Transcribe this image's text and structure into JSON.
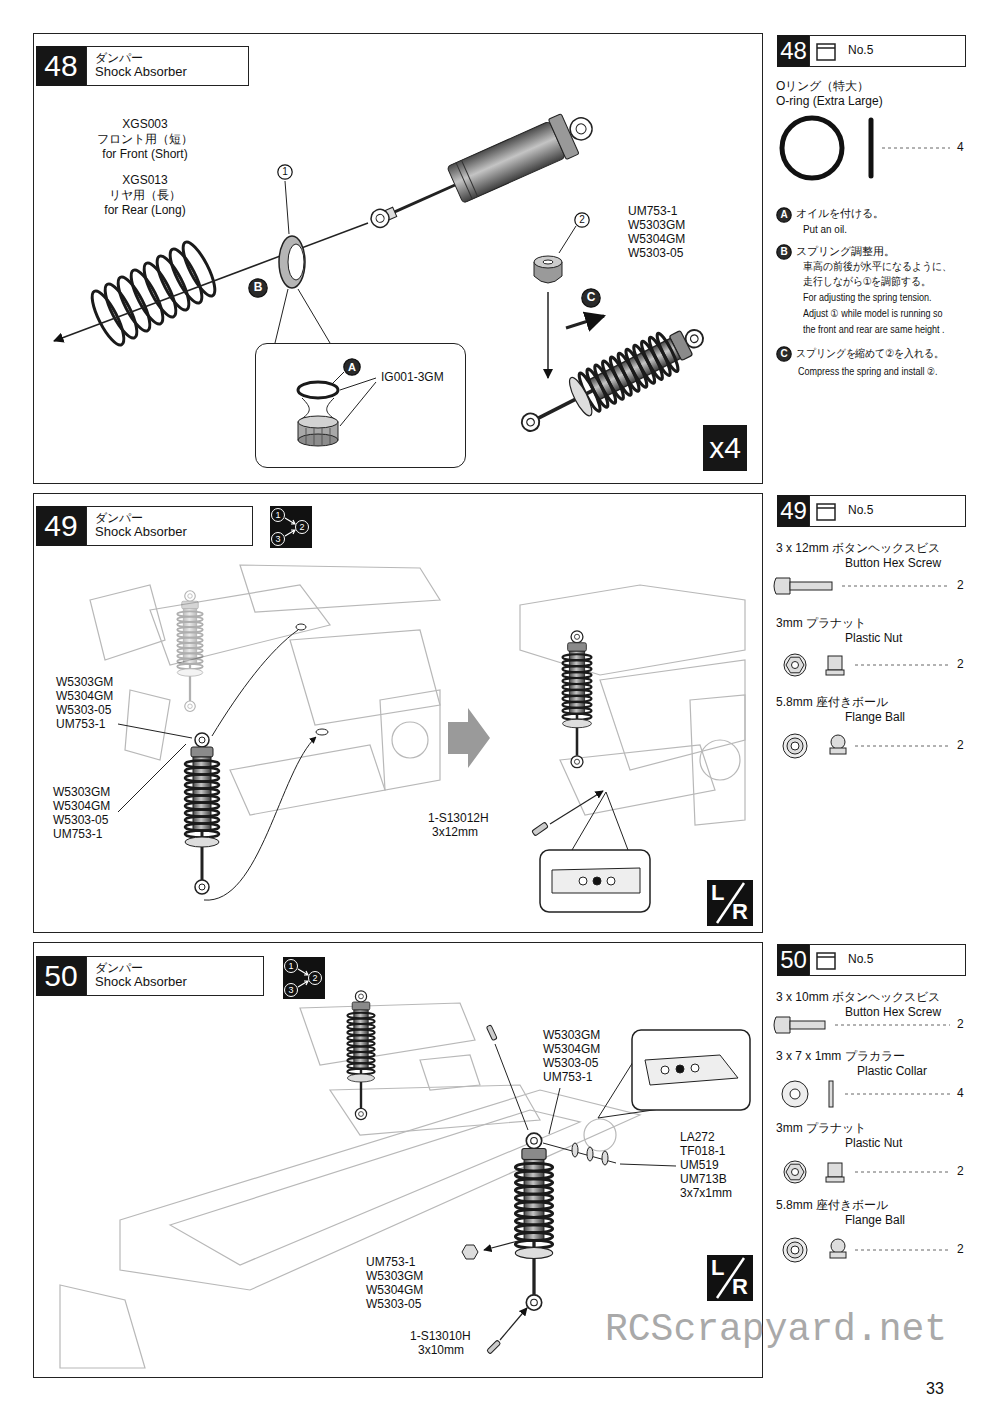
{
  "diagram": {
    "nodes": [
      {
        "text": [
          "48"
        ]
      },
      {
        "text": [
          "ダンパー",
          "Shock Absorber"
        ]
      },
      {
        "text": [
          "1"
        ]
      },
      {
        "text": [
          "B"
        ]
      },
      {
        "text": [
          "IG001-3GM"
        ]
      },
      {
        "text": [
          "A"
        ],
        "in": 4
      },
      {
        "text": [
          "2"
        ]
      },
      {
        "text": [
          "C"
        ]
      },
      {
        "text": [
          "x4"
        ]
      },
      {
        "text": [
          "48"
        ]
      },
      {
        "text": [
          "No.5"
        ]
      },
      {
        "text": [
          "A"
        ]
      },
      {
        "text": [
          "B"
        ]
      },
      {
        "text": [
          "C"
        ]
      },
      {
        "text": [
          "49"
        ]
      },
      {
        "text": [
          "ダンパー",
          "Shock Absorber"
        ]
      },
      {
        "text": [
          "1",
          "2",
          "3"
        ]
      },
      {
        "text": [
          "L",
          "R"
        ]
      },
      {
        "text": [
          "49"
        ]
      },
      {
        "text": [
          "No.5"
        ]
      },
      {
        "text": [
          "50"
        ]
      },
      {
        "text": [
          "ダンパー",
          "Shock Absorber"
        ]
      },
      {
        "text": [
          "1",
          "2",
          "3"
        ]
      },
      {
        "text": [
          "L",
          "R"
        ]
      },
      {
        "text": [
          "50"
        ]
      },
      {
        "text": [
          "No.5"
        ]
      }
    ],
    "labels": [
      "XGS003",
      "フロント用（短）",
      "for Front (Short)",
      "XGS013",
      "リヤ用（長）",
      "for Rear (Long)",
      "UM753-1",
      "W5303GM",
      "W5304GM",
      "W5303-05",
      "Oリング（特大）",
      "O-ring (Extra Large)",
      "4",
      "オイルを付ける。",
      "Put an oil.",
      "スプリング調整用。",
      "車高の前後が水平になるように、",
      "走行しながら①を調節する。",
      "For adjusting the spring tension.",
      "Adjust ① while model is running so",
      "the front and rear are same height .",
      "スプリングを縮めて②を入れる。",
      "Compress the spring and install ②.",
      "W5303GM",
      "W5304GM",
      "W5303-05",
      "UM753-1",
      "W5303GM",
      "W5304GM",
      "W5303-05",
      "UM753-1",
      "1-S13012H",
      "3x12mm",
      "3 x 12mm ボタンヘックスビス",
      "Button Hex Screw",
      "2",
      "3mm プラナット",
      "Plastic Nut",
      "2",
      "5.8mm 座付きボール",
      "Flange Ball",
      "2",
      "W5303GM",
      "W5304GM",
      "W5303-05",
      "UM753-1",
      "LA272",
      "TF018-1",
      "UM519",
      "UM713B",
      "3x7x1mm",
      "UM753-1",
      "W5303GM",
      "W5304GM",
      "W5303-05",
      "1-S13010H",
      "3x10mm",
      "3 x 10mm ボタンヘックスビス",
      "Button Hex Screw",
      "2",
      "3 x 7 x 1mm プラカラー",
      "Plastic Collar",
      "4",
      "3mm プラナット",
      "Plastic Nut",
      "2",
      "5.8mm 座付きボール",
      "Flange Ball",
      "2",
      "RCScrapyard.net",
      "33"
    ]
  }
}
